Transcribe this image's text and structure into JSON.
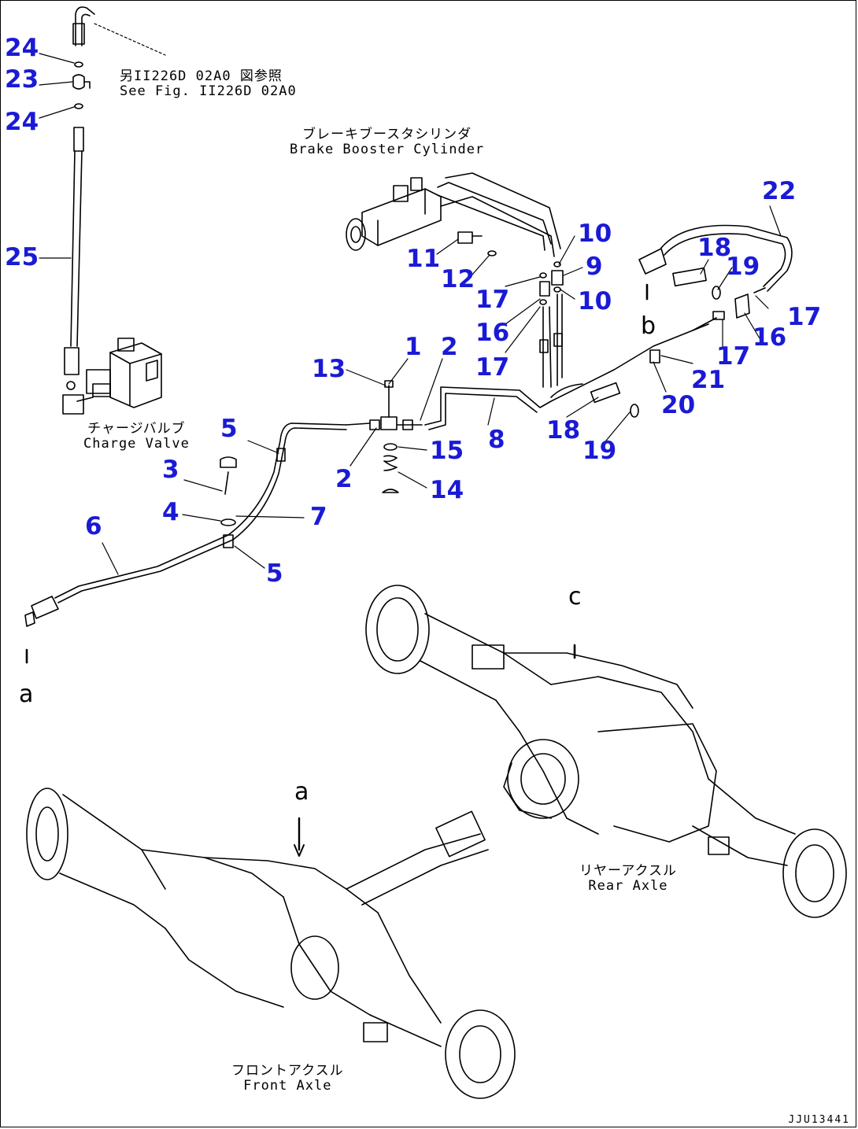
{
  "callouts": [
    {
      "id": "c24a",
      "text": "24"
    },
    {
      "id": "c23",
      "text": "23"
    },
    {
      "id": "c24b",
      "text": "24"
    },
    {
      "id": "c25",
      "text": "25"
    },
    {
      "id": "c22",
      "text": "22"
    },
    {
      "id": "c10a",
      "text": "10"
    },
    {
      "id": "c11",
      "text": "11"
    },
    {
      "id": "c9",
      "text": "9"
    },
    {
      "id": "c12",
      "text": "12"
    },
    {
      "id": "c10b",
      "text": "10"
    },
    {
      "id": "c17a",
      "text": "17"
    },
    {
      "id": "c16a",
      "text": "16"
    },
    {
      "id": "c17b",
      "text": "17"
    },
    {
      "id": "c18a",
      "text": "18"
    },
    {
      "id": "c19a",
      "text": "19"
    },
    {
      "id": "c17c",
      "text": "17"
    },
    {
      "id": "c16b",
      "text": "16"
    },
    {
      "id": "c17d",
      "text": "17"
    },
    {
      "id": "c21",
      "text": "21"
    },
    {
      "id": "c20",
      "text": "20"
    },
    {
      "id": "c1",
      "text": "1"
    },
    {
      "id": "c2a",
      "text": "2"
    },
    {
      "id": "c13",
      "text": "13"
    },
    {
      "id": "c5a",
      "text": "5"
    },
    {
      "id": "c8",
      "text": "8"
    },
    {
      "id": "c18b",
      "text": "18"
    },
    {
      "id": "c19b",
      "text": "19"
    },
    {
      "id": "c15",
      "text": "15"
    },
    {
      "id": "c2b",
      "text": "2"
    },
    {
      "id": "c14",
      "text": "14"
    },
    {
      "id": "c3",
      "text": "3"
    },
    {
      "id": "c4",
      "text": "4"
    },
    {
      "id": "c7",
      "text": "7"
    },
    {
      "id": "c6",
      "text": "6"
    },
    {
      "id": "c5b",
      "text": "5"
    }
  ],
  "labels": {
    "see_fig_jp": "另II226D 02A0 図参照",
    "see_fig_en": "See Fig. II226D 02A0",
    "booster_jp": "ブレーキブースタシリンダ",
    "booster_en": "Brake Booster Cylinder",
    "charge_jp": "チャージバルブ",
    "charge_en": "Charge Valve",
    "rear_jp": "リヤーアクスル",
    "rear_en": "Rear Axle",
    "front_jp": "フロントアクスル",
    "front_en": "Front Axle"
  },
  "reference_letters": {
    "a_lower": "a",
    "a_upper": "a",
    "b": "b",
    "c": "c"
  },
  "drawing_number": "JJU13441"
}
